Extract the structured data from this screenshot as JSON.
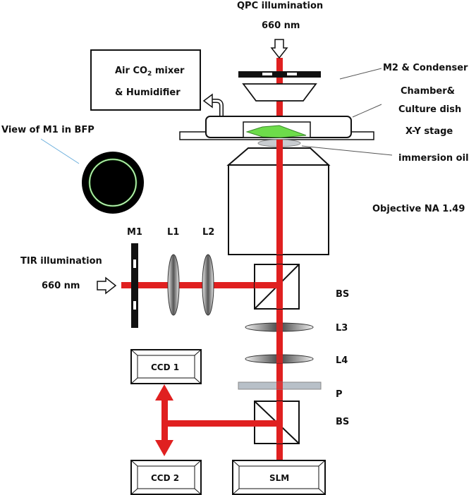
{
  "labels": {
    "qpc_title": "QPC  illumination",
    "qpc_wavelength": "660 nm",
    "mixer_line1": "Air CO",
    "mixer_sub": "2",
    "mixer_line1_end": " mixer",
    "mixer_line2": "& Humidifier",
    "m2_condenser": "M2 & Condenser",
    "chamber": "Chamber&",
    "culture_dish": "Culture  dish",
    "xy_stage": "X-Y stage",
    "immersion_oil": "immersion  oil",
    "view_m1": "View of M1 in BFP",
    "objective": "Objective NA 1.49",
    "m1": "M1",
    "l1": "L1",
    "l2": "L2",
    "tir_title": "TIR  illumination",
    "tir_wavelength": "660 nm",
    "bs_top": "BS",
    "l3": "L3",
    "l4": "L4",
    "p": "P",
    "bs_bottom": "BS",
    "ccd1": "CCD 1",
    "ccd2": "CCD 2",
    "slm": "SLM"
  },
  "colors": {
    "beam": "#e02020",
    "outline": "#111111",
    "specimen": "#6ddc4a",
    "filter": "#b8c0c8",
    "ring": "#55b84a"
  }
}
